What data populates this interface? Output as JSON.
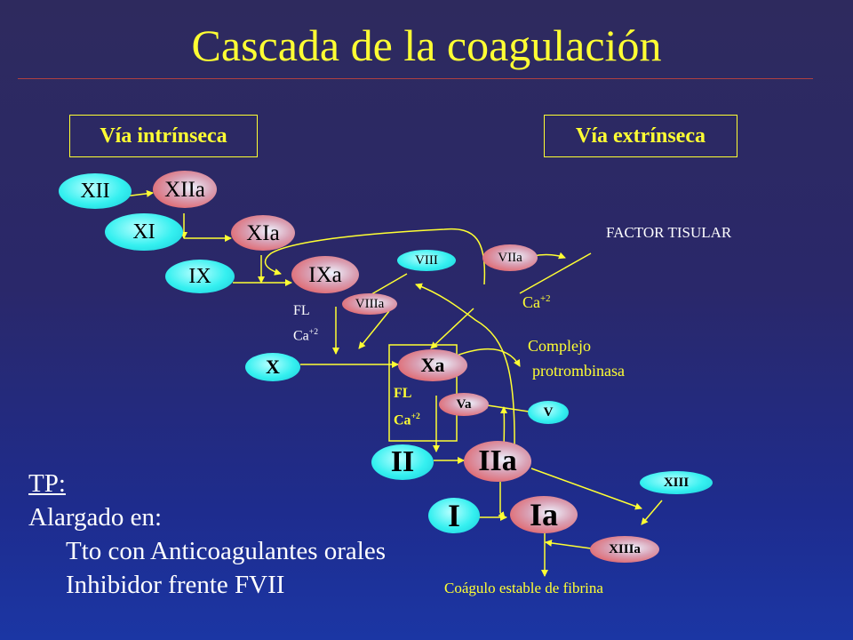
{
  "title": "Cascada de la coagulación",
  "pathways": {
    "intrinsic": "Vía intrínseca",
    "extrinsic": "Vía extrínseca"
  },
  "factors": {
    "xii": "XII",
    "xiia": "XIIa",
    "xi": "XI",
    "xia": "XIa",
    "ix": "IX",
    "ixa": "IXa",
    "viii": "VIII",
    "viiia": "VIIIa",
    "viia": "VIIa",
    "x": "X",
    "xa": "Xa",
    "va": "Va",
    "v": "V",
    "ii": "II",
    "iia": "IIa",
    "i": "I",
    "ia": "Ia",
    "xiii": "XIII",
    "xiiia": "XIIIa"
  },
  "labels": {
    "tissue_factor": "FACTOR TISULAR",
    "fl": "FL",
    "ca": "Ca",
    "ca_charge": "+2",
    "complex_line1": "Complejo",
    "complex_line2": "protrombinasa",
    "clot": "Coágulo estable de fibrina"
  },
  "tp": {
    "heading": "TP:",
    "line1": "Alargado en:",
    "line2": "Tto con Anticoagulantes orales",
    "line3": "Inhibidor frente FVII"
  },
  "colors": {
    "title": "#ffff33",
    "arrows": "#ffff33",
    "activated": "#e44848",
    "inactive": "#35f0f0"
  }
}
